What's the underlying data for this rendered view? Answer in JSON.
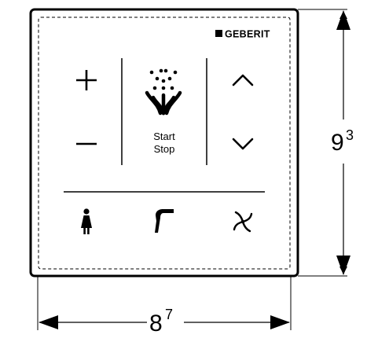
{
  "brand": {
    "name": "GEBERIT"
  },
  "panel": {
    "start_label": "Start",
    "stop_label": "Stop",
    "plus_symbol": "+",
    "minus_symbol": "−"
  },
  "icons": {
    "plus": "plus-icon",
    "minus": "minus-icon",
    "spray": "water-spray-icon",
    "up": "chevron-up-icon",
    "down": "chevron-down-icon",
    "lady": "lady-shower-icon",
    "dryer": "dryer-icon",
    "fan": "fan-icon"
  },
  "dimensions": {
    "width_main": "8",
    "width_sup": "7",
    "height_main": "9",
    "height_sup": "3"
  }
}
